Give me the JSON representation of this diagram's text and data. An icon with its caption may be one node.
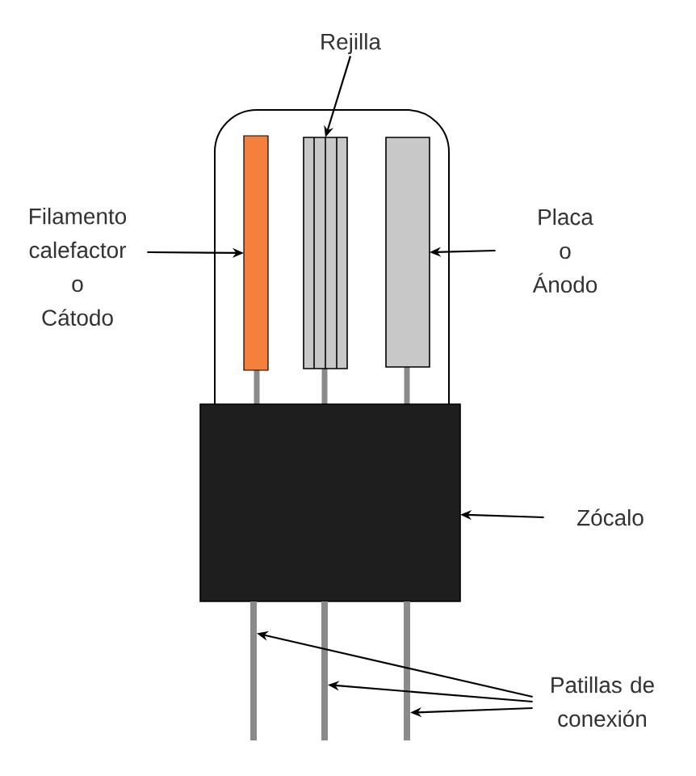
{
  "diagram": {
    "nodes": [
      {
        "text": [
          "Rejilla"
        ]
      },
      {
        "text": [
          "Filamento calefactor o Cátodo"
        ]
      },
      {
        "text": [
          "Placa o Ánodo"
        ]
      },
      {
        "text": [
          "Zócalo"
        ]
      },
      {
        "text": [
          "Patillas de conexión"
        ]
      },
      {
        "text": [],
        "shape": "bar"
      },
      {
        "text": [],
        "shape": "box"
      },
      {
        "text": [],
        "shape": "box"
      },
      {
        "text": [],
        "shape": "box"
      },
      {
        "text": [],
        "shape": "bar"
      },
      {
        "text": [],
        "shape": "bar"
      },
      {
        "text": [],
        "shape": "bar"
      }
    ],
    "edges": [
      {
        "from": 0,
        "to": 6,
        "arrow": "to"
      },
      {
        "from": 1,
        "to": 5,
        "arrow": "to"
      },
      {
        "from": 2,
        "to": 7,
        "arrow": "to"
      },
      {
        "from": 3,
        "to": 8,
        "arrow": "to"
      },
      {
        "from": 4,
        "to": 9,
        "arrow": "to"
      },
      {
        "from": 4,
        "to": 10,
        "arrow": "to"
      },
      {
        "from": 4,
        "to": 11,
        "arrow": "to"
      }
    ]
  }
}
